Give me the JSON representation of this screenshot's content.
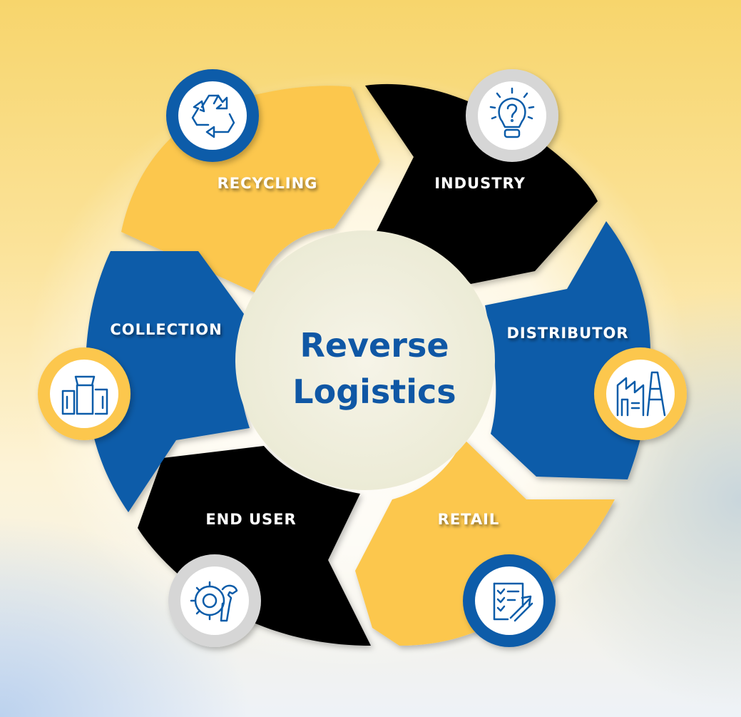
{
  "title": {
    "line1": "Reverse",
    "line2": "Logistics"
  },
  "stages": [
    {
      "label": "RECYCLING",
      "color": "#fcc74d",
      "icon": "recycle-icon"
    },
    {
      "label": "INDUSTRY",
      "color": "#000000",
      "icon": "lightbulb-icon"
    },
    {
      "label": "DISTRIBUTOR",
      "color": "#0b5ca9",
      "icon": "factory-icon"
    },
    {
      "label": "RETAIL",
      "color": "#fcc74d",
      "icon": "clipboard-checklist-icon"
    },
    {
      "label": "END USER",
      "color": "#000000",
      "icon": "gear-wrench-icon"
    },
    {
      "label": "COLLECTION",
      "color": "#0b5ca9",
      "icon": "buildings-icon"
    }
  ],
  "colors": {
    "blue": "#0b5ca9",
    "yellow": "#fcc74d",
    "black": "#000000",
    "grey": "#d6d6d6",
    "white": "#ffffff"
  }
}
